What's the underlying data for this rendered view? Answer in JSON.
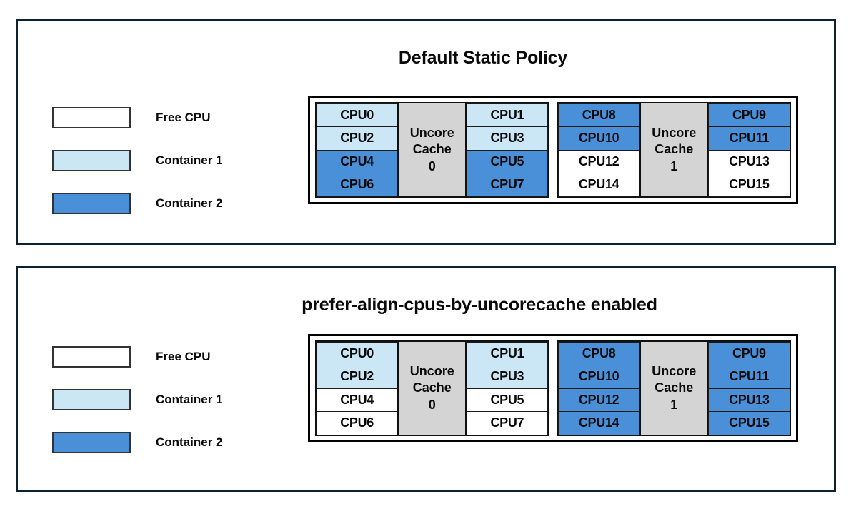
{
  "colors": {
    "free": "#ffffff",
    "container1": "#cbe7f6",
    "container2": "#4a90d9",
    "uncore_cache": "#d4d4d4",
    "panel_border": "#0c2233",
    "cell_border": "#1a1a1a"
  },
  "legend": {
    "items": [
      {
        "label": "Free CPU",
        "state": "free"
      },
      {
        "label": "Container 1",
        "state": "container1"
      },
      {
        "label": "Container 2",
        "state": "container2"
      }
    ]
  },
  "panels": [
    {
      "id": "default-static-policy",
      "title": "Default Static Policy",
      "groups": [
        {
          "cache_label_line1": "Uncore",
          "cache_label_line2": "Cache",
          "cache_label_line3": "0",
          "left_column": [
            {
              "label": "CPU0",
              "state": "container1"
            },
            {
              "label": "CPU2",
              "state": "container1"
            },
            {
              "label": "CPU4",
              "state": "container2"
            },
            {
              "label": "CPU6",
              "state": "container2"
            }
          ],
          "right_column": [
            {
              "label": "CPU1",
              "state": "container1"
            },
            {
              "label": "CPU3",
              "state": "container1"
            },
            {
              "label": "CPU5",
              "state": "container2"
            },
            {
              "label": "CPU7",
              "state": "container2"
            }
          ]
        },
        {
          "cache_label_line1": "Uncore",
          "cache_label_line2": "Cache",
          "cache_label_line3": "1",
          "left_column": [
            {
              "label": "CPU8",
              "state": "container2"
            },
            {
              "label": "CPU10",
              "state": "container2"
            },
            {
              "label": "CPU12",
              "state": "free"
            },
            {
              "label": "CPU14",
              "state": "free"
            }
          ],
          "right_column": [
            {
              "label": "CPU9",
              "state": "container2"
            },
            {
              "label": "CPU11",
              "state": "container2"
            },
            {
              "label": "CPU13",
              "state": "free"
            },
            {
              "label": "CPU15",
              "state": "free"
            }
          ]
        }
      ]
    },
    {
      "id": "prefer-align-cpus-by-uncorecache-enabled",
      "title": "prefer-align-cpus-by-uncorecache enabled",
      "groups": [
        {
          "cache_label_line1": "Uncore",
          "cache_label_line2": "Cache",
          "cache_label_line3": "0",
          "left_column": [
            {
              "label": "CPU0",
              "state": "container1"
            },
            {
              "label": "CPU2",
              "state": "container1"
            },
            {
              "label": "CPU4",
              "state": "free"
            },
            {
              "label": "CPU6",
              "state": "free"
            }
          ],
          "right_column": [
            {
              "label": "CPU1",
              "state": "container1"
            },
            {
              "label": "CPU3",
              "state": "container1"
            },
            {
              "label": "CPU5",
              "state": "free"
            },
            {
              "label": "CPU7",
              "state": "free"
            }
          ]
        },
        {
          "cache_label_line1": "Uncore",
          "cache_label_line2": "Cache",
          "cache_label_line3": "1",
          "left_column": [
            {
              "label": "CPU8",
              "state": "container2"
            },
            {
              "label": "CPU10",
              "state": "container2"
            },
            {
              "label": "CPU12",
              "state": "container2"
            },
            {
              "label": "CPU14",
              "state": "container2"
            }
          ],
          "right_column": [
            {
              "label": "CPU9",
              "state": "container2"
            },
            {
              "label": "CPU11",
              "state": "container2"
            },
            {
              "label": "CPU13",
              "state": "container2"
            },
            {
              "label": "CPU15",
              "state": "container2"
            }
          ]
        }
      ]
    }
  ]
}
